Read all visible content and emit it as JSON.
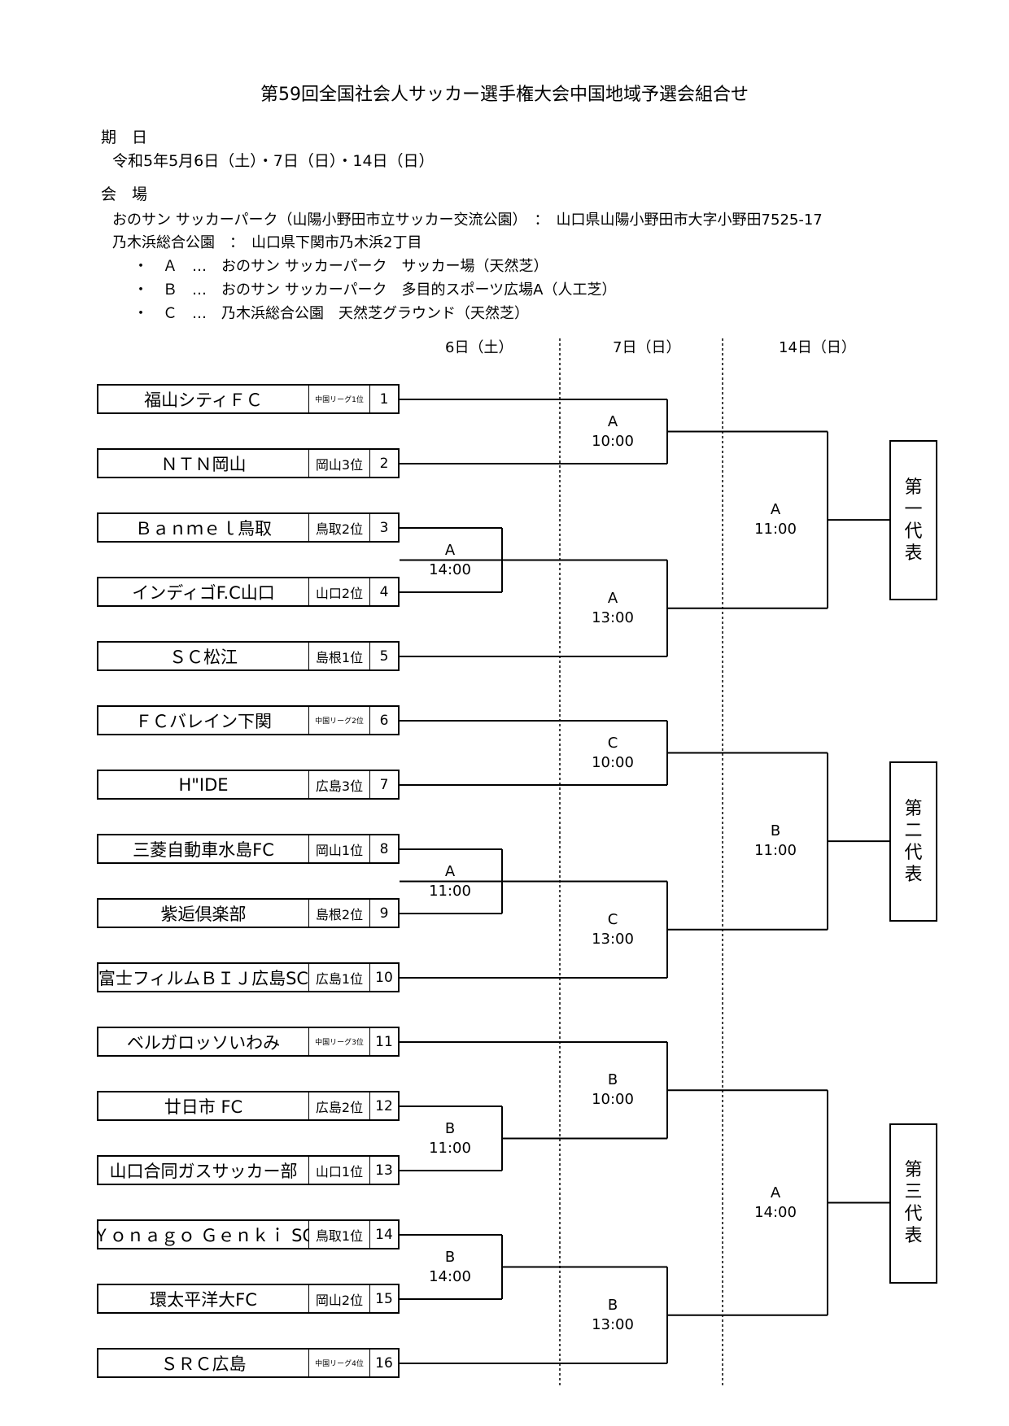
{
  "title": "第59回全国社会人サッカー選手権大会中国地域予選会組合せ",
  "dates": {
    "heading": "期　日",
    "value": "令和5年5月6日（土）・7日（日）・14日（日）"
  },
  "venue": {
    "heading": "会　場",
    "line1": "おのサン サッカーパーク（山陽小野田市立サッカー交流公園）　：　山口県山陽小野田市大字小野田7525-17",
    "line2": "乃木浜総合公園　：　山口県下関市乃木浜2丁目",
    "items": [
      "・　Ａ　…　おのサン サッカーパーク　サッカー場（天然芝）",
      "・　Ｂ　…　おのサン サッカーパーク　多目的スポーツ広場A（人工芝）",
      "・　Ｃ　…　乃木浜総合公園　天然芝グラウンド（天然芝）"
    ]
  },
  "day_headers": [
    "6日（土）",
    "7日（日）",
    "14日（日）"
  ],
  "teams": [
    {
      "name": "福山シティＦＣ",
      "rank": "中国リーグ1位",
      "no": "1"
    },
    {
      "name": "ＮＴＮ岡山",
      "rank": "岡山3位",
      "no": "2"
    },
    {
      "name": "Ｂａｎｍｅｌ鳥取",
      "rank": "鳥取2位",
      "no": "3"
    },
    {
      "name": "インディゴF.C山口",
      "rank": "山口2位",
      "no": "4"
    },
    {
      "name": "ＳＣ松江",
      "rank": "島根1位",
      "no": "5"
    },
    {
      "name": "ＦＣバレイン下関",
      "rank": "中国リーグ2位",
      "no": "6"
    },
    {
      "name": "H\"IDE",
      "rank": "広島3位",
      "no": "7"
    },
    {
      "name": "三菱自動車水島FC",
      "rank": "岡山1位",
      "no": "8"
    },
    {
      "name": "紫逅倶楽部",
      "rank": "島根2位",
      "no": "9"
    },
    {
      "name": "富士フィルムＢＩＪ広島SC",
      "rank": "広島1位",
      "no": "10"
    },
    {
      "name": "ベルガロッソいわみ",
      "rank": "中国リーグ3位",
      "no": "11"
    },
    {
      "name": "廿日市 FC",
      "rank": "広島2位",
      "no": "12"
    },
    {
      "name": "山口合同ガスサッカー部",
      "rank": "山口1位",
      "no": "13"
    },
    {
      "name": "Ｙｏｎａｇｏ Ｇｅｎｋｉ SC",
      "rank": "鳥取1位",
      "no": "14"
    },
    {
      "name": "環太平洋大FC",
      "rank": "岡山2位",
      "no": "15"
    },
    {
      "name": "ＳＲＣ広島",
      "rank": "中国リーグ4位",
      "no": "16"
    }
  ],
  "matches": [
    {
      "venue": "A",
      "time": "14:00"
    },
    {
      "venue": "A",
      "time": "11:00"
    },
    {
      "venue": "B",
      "time": "11:00"
    },
    {
      "venue": "B",
      "time": "14:00"
    },
    {
      "venue": "A",
      "time": "10:00"
    },
    {
      "venue": "A",
      "time": "13:00"
    },
    {
      "venue": "C",
      "time": "10:00"
    },
    {
      "venue": "C",
      "time": "13:00"
    },
    {
      "venue": "B",
      "time": "10:00"
    },
    {
      "venue": "B",
      "time": "13:00"
    },
    {
      "venue": "A",
      "time": "11:00"
    },
    {
      "venue": "B",
      "time": "11:00"
    },
    {
      "venue": "A",
      "time": "14:00"
    }
  ],
  "representatives": [
    [
      "第",
      "一",
      "代",
      "表"
    ],
    [
      "第",
      "二",
      "代",
      "表"
    ],
    [
      "第",
      "三",
      "代",
      "表"
    ]
  ]
}
